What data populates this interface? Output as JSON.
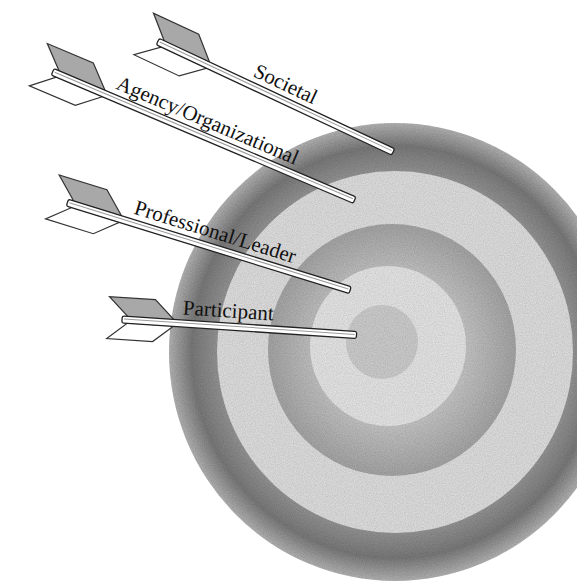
{
  "diagram": {
    "labels": [
      "Societal",
      "Agency/Organizational",
      "Professional/Leader",
      "Participant"
    ]
  }
}
